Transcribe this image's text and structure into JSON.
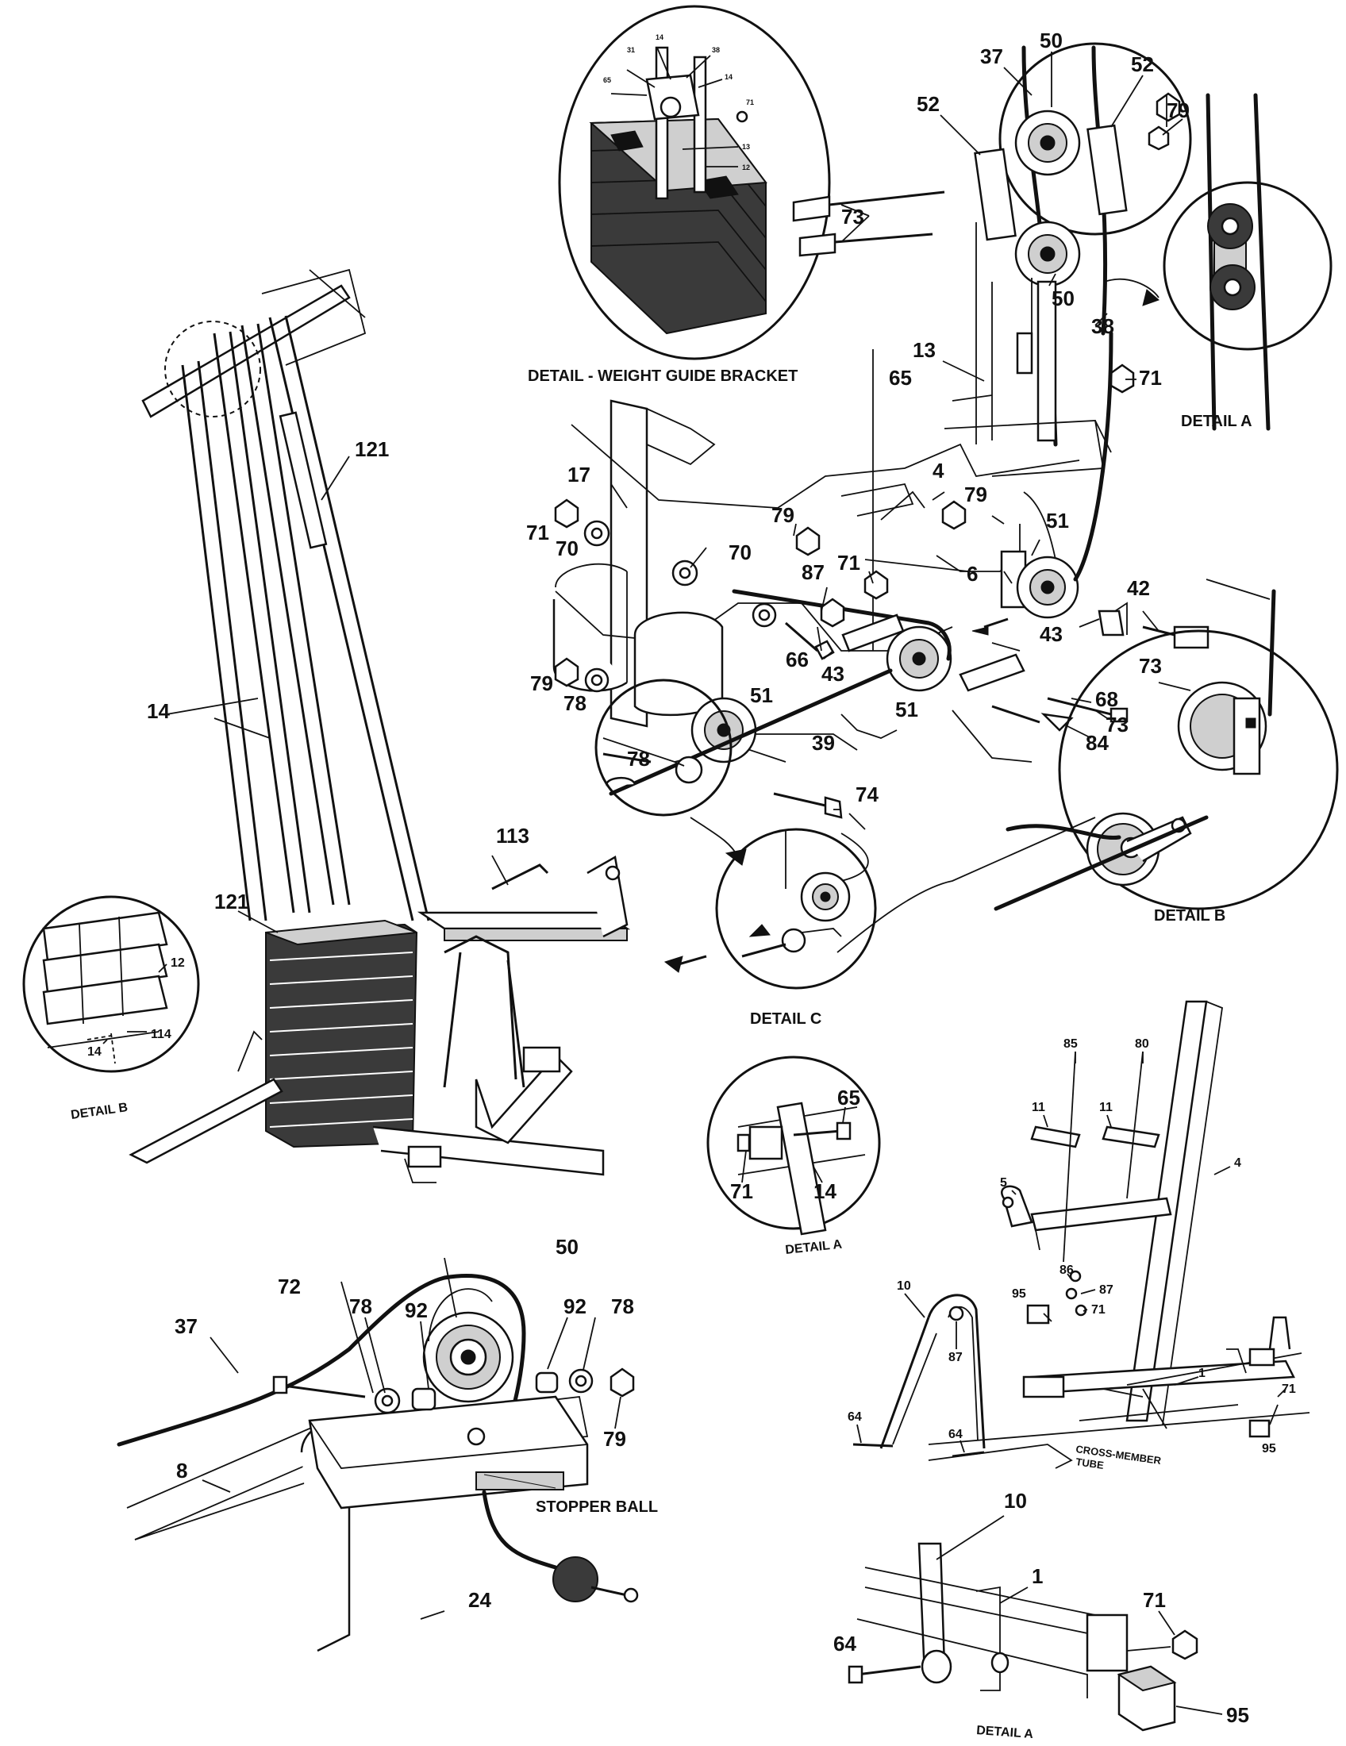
{
  "captions": {
    "weight_guide": "DETAIL - WEIGHT GUIDE BRACKET",
    "detail_a_top": "DETAIL A",
    "detail_b_right": "DETAIL B",
    "detail_c": "DETAIL C",
    "detail_b_left": "DETAIL B",
    "detail_a_mid": "DETAIL A",
    "stopper_ball": "STOPPER BALL",
    "cross_member": "CROSS-MEMBER",
    "cross_member_2": "TUBE",
    "detail_a_bottom": "DETAIL A"
  },
  "callouts": {
    "p37a": "37",
    "p50a": "50",
    "p52a": "52",
    "p52b": "52",
    "p79a": "79",
    "p73a": "73",
    "p50b": "50",
    "p38": "38",
    "p13": "13",
    "p65a": "65",
    "p71a": "71",
    "p17": "17",
    "p4a": "4",
    "p79b": "79",
    "p71b": "71",
    "p70a": "70",
    "p79c": "79",
    "p70b": "70",
    "p87a": "87",
    "p71c": "71",
    "p51a": "51",
    "p6": "6",
    "p42": "42",
    "p43a": "43",
    "p43b": "43",
    "p66": "66",
    "p73b": "73",
    "p68": "68",
    "p73c": "73",
    "p84": "84",
    "p79d": "79",
    "p78a": "78",
    "p51b": "51",
    "p51c": "51",
    "p78b": "78",
    "p39": "39",
    "p74": "74",
    "p121a": "121",
    "p14a": "14",
    "p113": "113",
    "p121b": "121",
    "p12b": "12",
    "p14b": "14",
    "p114": "114",
    "p65b": "65",
    "p71d": "71",
    "p14c": "14",
    "p85": "85",
    "p80": "80",
    "p11a": "11",
    "p11b": "11",
    "p4b": "4",
    "p5": "5",
    "p86": "86",
    "p87b": "87",
    "p95a": "95",
    "p71e": "71",
    "p10a": "10",
    "p87c": "87",
    "p1a": "1",
    "p71f": "71",
    "p64a": "64",
    "p64b": "64",
    "p95b": "95",
    "p72": "72",
    "p78c": "78",
    "p50c": "50",
    "p92a": "92",
    "p92b": "92",
    "p78d": "78",
    "p37b": "37",
    "p8": "8",
    "p79e": "79",
    "p24": "24",
    "p10b": "10",
    "p1b": "1",
    "p71g": "71",
    "p64c": "64",
    "p95c": "95",
    "wg31": "31",
    "wg14a": "14",
    "wg38": "38",
    "wg14b": "14",
    "wg65": "65",
    "wg71": "71",
    "wg13": "13",
    "wg12": "12"
  }
}
